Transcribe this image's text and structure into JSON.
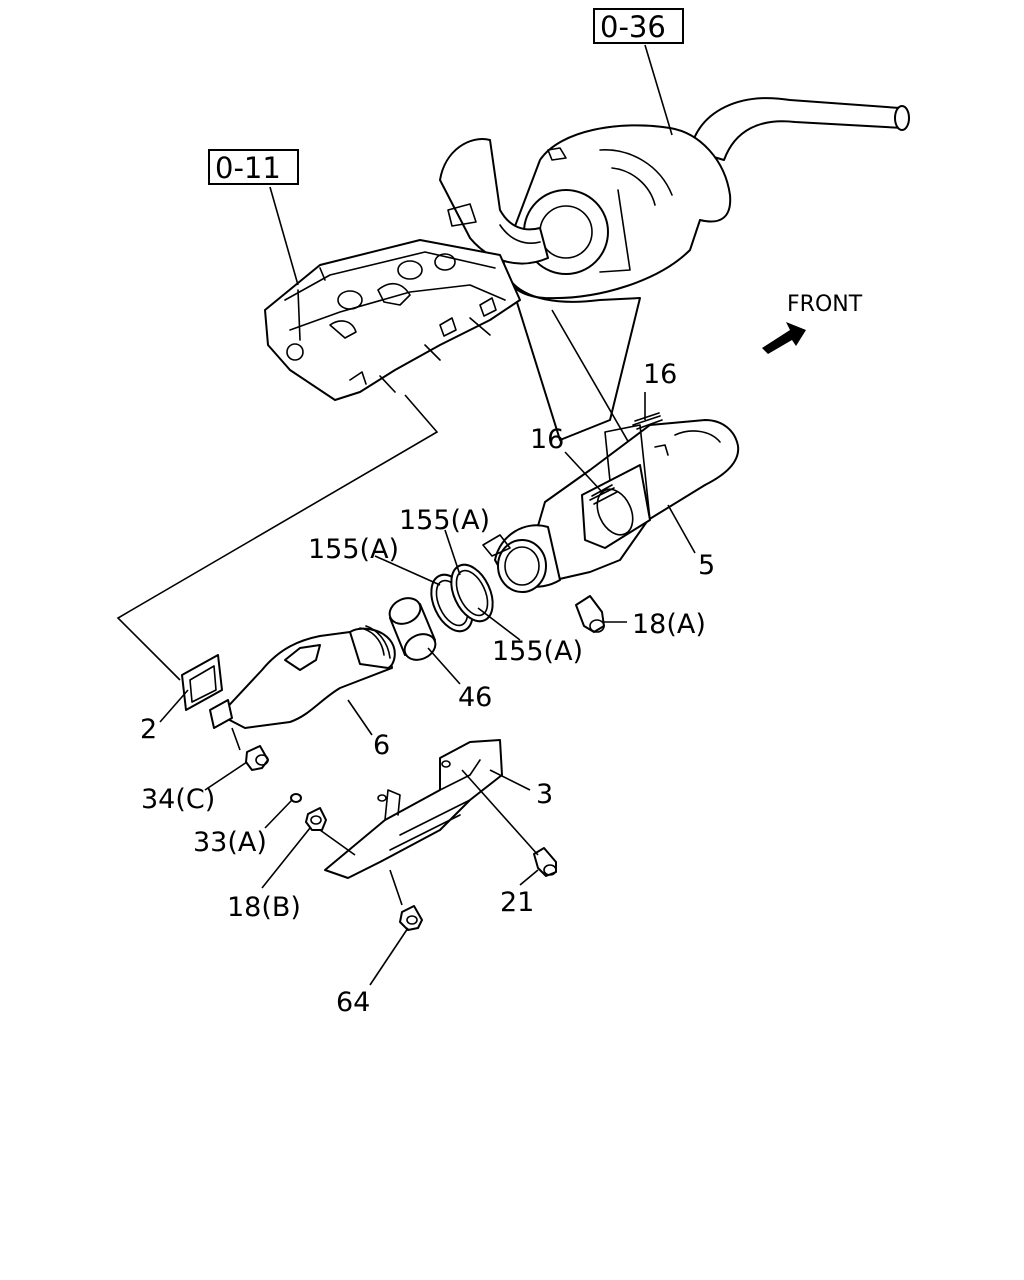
{
  "ref_boxes": {
    "a": "0-36",
    "b": "0-11"
  },
  "direction_label": "FRONT",
  "callouts": {
    "p16_upper": "16",
    "p16_lower": "16",
    "p155_upper": "155(A)",
    "p155_left": "155(A)",
    "p155_lower": "155(A)",
    "p5": "5",
    "p18a": "18(A)",
    "p46": "46",
    "p2": "2",
    "p6": "6",
    "p3": "3",
    "p34c": "34(C)",
    "p33a": "33(A)",
    "p18b": "18(B)",
    "p21": "21",
    "p64": "64"
  }
}
